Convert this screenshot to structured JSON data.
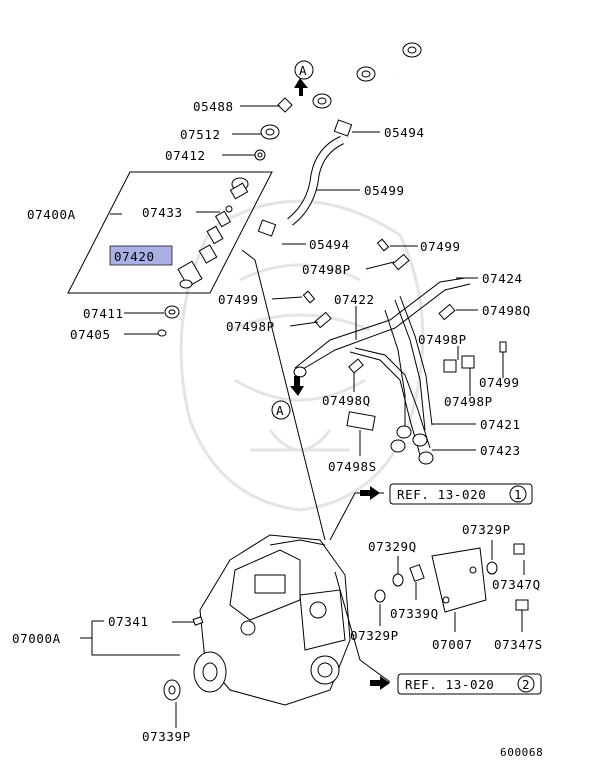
{
  "diagram": {
    "callouts": {
      "c05488": "05488",
      "c07512": "07512",
      "c07412": "07412",
      "c05494a": "05494",
      "c05499": "05499",
      "c07400A": "07400A",
      "c07433": "07433",
      "c07420": "07420",
      "c05494b": "05494",
      "c07499a": "07499",
      "c07498Pa": "07498P",
      "c07424": "07424",
      "c07499b": "07499",
      "c07422": "07422",
      "c07498Q": "07498Q",
      "c07411": "07411",
      "c07405": "07405",
      "c07498Pb": "07498P",
      "c07498Pc": "07498P",
      "c07499c": "07499",
      "c07498Qb": "07498Q",
      "c07498Pd": "07498P",
      "c07421": "07421",
      "c07423": "07423",
      "c07498S": "07498S",
      "c07329P": "07329P",
      "c07329Q": "07329Q",
      "c07347Q": "07347Q",
      "c07339Q": "07339Q",
      "c07341": "07341",
      "c07000A": "07000A",
      "c07329Pb": "07329P",
      "c07007": "07007",
      "c07347S": "07347S",
      "c07339P": "07339P"
    },
    "markers": {
      "circle_top": "A",
      "circle_mid": "A"
    },
    "references": {
      "ref1_text": "REF. 13-020",
      "ref1_num": "1",
      "ref2_text": "REF. 13-020",
      "ref2_num": "2"
    },
    "highlight_color": "#aab0e6",
    "figure_id": "600068"
  }
}
